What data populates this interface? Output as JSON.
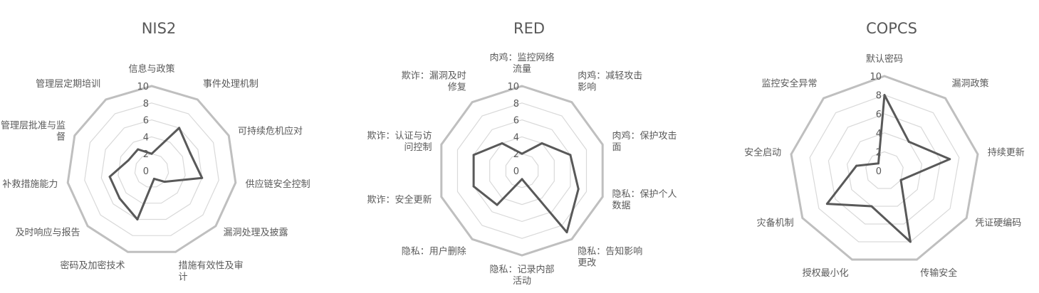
{
  "chart_data": [
    {
      "type": "radar",
      "title": "NIS2",
      "categories": [
        "信息与政策",
        "事件处理机制",
        "可持续危机应对",
        "供应链安全控制",
        "漏洞处理及披露",
        "措施有效性及审计",
        "密码及加密技术",
        "及时响应与报告",
        "补救措施能力",
        "管理层批准与监督",
        "管理层定期培训"
      ],
      "label_lines": [
        [
          "信息与政策"
        ],
        [
          "事件处理机制"
        ],
        [
          "可持续危机应对"
        ],
        [
          "供应链安全控制"
        ],
        [
          "漏洞处理及披露"
        ],
        [
          "措施有效性及审",
          "计"
        ],
        [
          "密码及加密技术"
        ],
        [
          "及时响应与报告"
        ],
        [
          "补救措施能力"
        ],
        [
          "管理层批准与监",
          "督"
        ],
        [
          "管理层定期培训"
        ]
      ],
      "values": [
        2,
        6,
        5,
        6,
        2,
        1,
        6,
        5,
        5,
        3,
        3
      ],
      "ylim": [
        0,
        10
      ],
      "ticks": [
        "0",
        "2",
        "4",
        "6",
        "8",
        "10"
      ],
      "grid": true
    },
    {
      "type": "radar",
      "title": "RED",
      "categories": [
        "肉鸡：监控网络流量",
        "肉鸡：减轻攻击影响",
        "肉鸡：保护攻击面",
        "隐私：保护个人数据",
        "隐私：告知影响更改",
        "隐私：记录内部活动",
        "隐私：用户删除",
        "欺诈：安全更新",
        "欺诈：认证与访问控制",
        "欺诈：漏洞及时修复"
      ],
      "label_lines": [
        [
          "肉鸡：监控网络",
          "流量"
        ],
        [
          "肉鸡：减轻攻击",
          "影响"
        ],
        [
          "肉鸡：保护攻击",
          "面"
        ],
        [
          "隐私：保护个人",
          "数据"
        ],
        [
          "隐私：告知影响",
          "更改"
        ],
        [
          "隐私：记录内部",
          "活动"
        ],
        [
          "隐私：用户删除"
        ],
        [
          "欺诈：安全更新"
        ],
        [
          "欺诈：认证与访",
          "问控制"
        ],
        [
          "欺诈：漏洞及时",
          "修复"
        ]
      ],
      "values": [
        2,
        4,
        6,
        7,
        9,
        1,
        5,
        6,
        6,
        4
      ],
      "ylim": [
        0,
        10
      ],
      "ticks": [
        "0",
        "2",
        "4",
        "6",
        "8",
        "10"
      ],
      "grid": true
    },
    {
      "type": "radar",
      "title": "COPCS",
      "categories": [
        "默认密码",
        "漏洞政策",
        "持续更新",
        "凭证硬编码",
        "传输安全",
        "授权最小化",
        "灾备机制",
        "安全启动",
        "监控安全异常"
      ],
      "label_lines": [
        [
          "默认密码"
        ],
        [
          "漏洞政策"
        ],
        [
          "持续更新"
        ],
        [
          "凭证硬编码"
        ],
        [
          "传输安全"
        ],
        [
          "授权最小化"
        ],
        [
          "灾备机制"
        ],
        [
          "安全启动"
        ],
        [
          "监控安全异常"
        ]
      ],
      "values": [
        8,
        4,
        7,
        2,
        8,
        4,
        7,
        3,
        1
      ],
      "ylim": [
        0,
        10
      ],
      "ticks": [
        "0",
        "2",
        "4",
        "6",
        "8",
        "10"
      ],
      "grid": true
    }
  ]
}
